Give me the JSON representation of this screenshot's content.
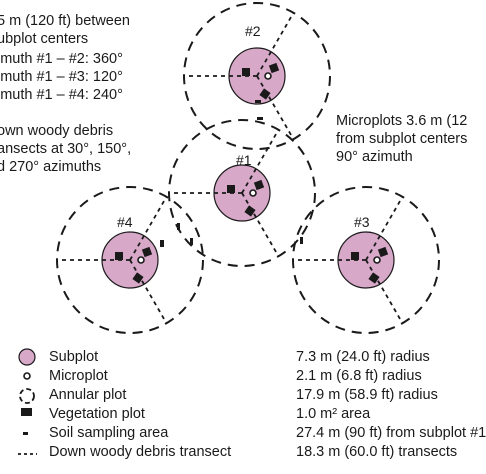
{
  "notes": {
    "spacing": [
      "5 m (120 ft) between",
      "ubplot centers"
    ],
    "azimuths": [
      "imuth #1 – #2: 360°",
      "imuth #1 – #3: 120°",
      "imuth #1 – #4: 240°"
    ],
    "microplots": [
      "Microplots 3.6 m (12",
      "from subplot centers",
      "90° azimuth"
    ],
    "debris": [
      "own woody debris",
      "ansects at 30°, 150°,",
      "d 270° azimuths"
    ]
  },
  "plots": {
    "p1": "#1",
    "p2": "#2",
    "p3": "#3",
    "p4": "#4"
  },
  "legend": [
    {
      "name": "Subplot",
      "value": "7.3 m (24.0 ft) radius"
    },
    {
      "name": "Microplot",
      "value": "2.1 m (6.8 ft) radius"
    },
    {
      "name": "Annular plot",
      "value": "17.9 m (58.9 ft) radius"
    },
    {
      "name": "Vegetation plot",
      "value": "1.0 m² area"
    },
    {
      "name": "Soil sampling area",
      "value": "27.4 m (90 ft) from subplot #1"
    },
    {
      "name": "Down woody debris transect",
      "value": "18.3 m (60.0 ft) transects"
    }
  ],
  "colors": {
    "subplot_fill": "#d7a8c8",
    "line": "#1a1a1a"
  }
}
